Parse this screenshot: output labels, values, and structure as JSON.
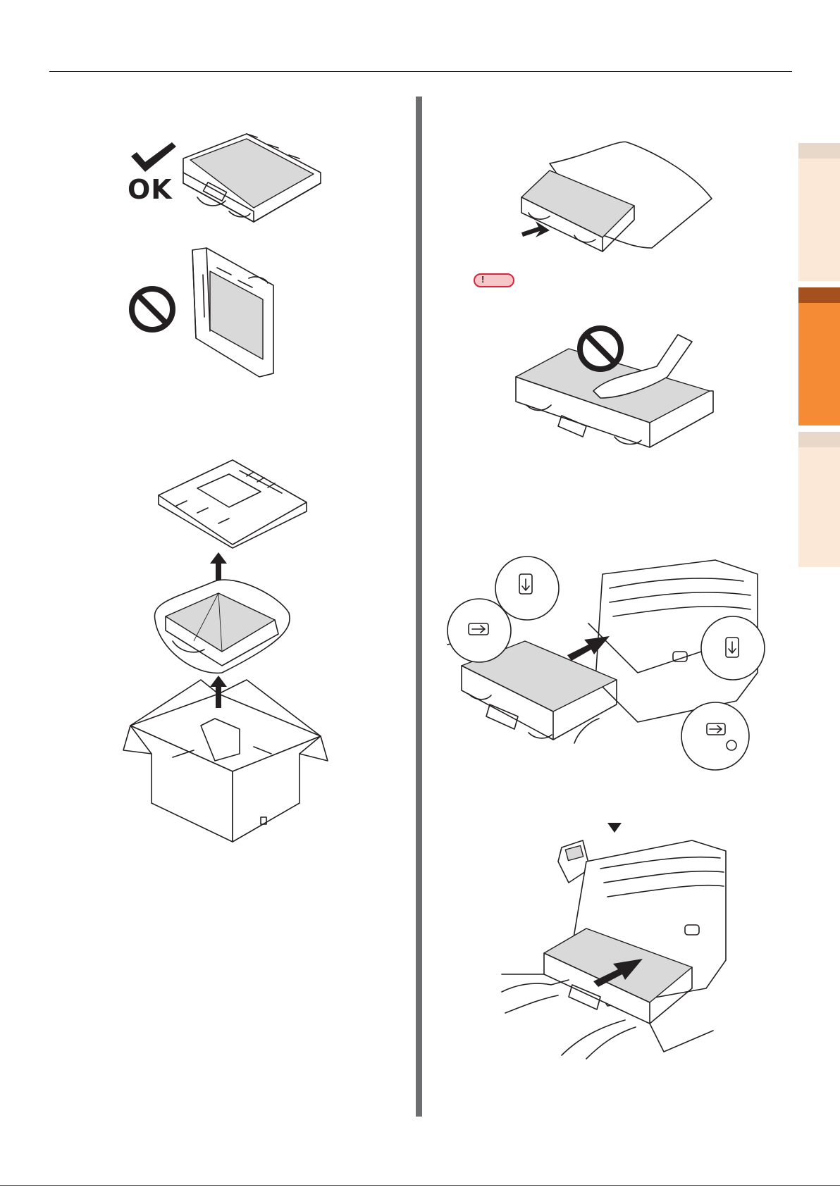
{
  "page": {
    "ok_label": "OK",
    "note_symbol": "!"
  },
  "colors": {
    "tab_inactive": "#fce8d6",
    "tab_inactive_top": "#e8d8ca",
    "tab_active": "#f68b36",
    "tab_active_top": "#a5501f",
    "column_divider": "#6d6e70",
    "note_border": "#d6263e",
    "note_fill": "#f7c6c8"
  },
  "icons": [
    "check-mark-icon",
    "prohibited-icon",
    "up-arrow-icon",
    "note-badge-icon",
    "down-triangle-icon"
  ],
  "side_tabs": [
    {
      "name": "tab-1",
      "state": "inactive"
    },
    {
      "name": "tab-2",
      "state": "active"
    },
    {
      "name": "tab-3",
      "state": "inactive"
    }
  ]
}
